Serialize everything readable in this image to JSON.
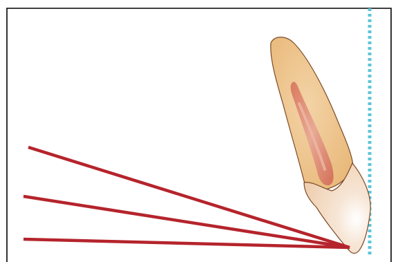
{
  "diagram": {
    "subject": "tooth-in-profile",
    "colors": {
      "frame": "#000000",
      "background": "#ffffff",
      "rays": "#b5242c",
      "reference_line": "#5cc6d8",
      "root_fill": "#efc68f",
      "root_outline": "#7a4a26",
      "canal": "#d2785c",
      "canal_highlight": "#e6a58c",
      "crown_fill": "#f5dcc4",
      "crown_highlight": "#ffffff"
    },
    "ray_count": 3,
    "reference_line_style": "dotted"
  }
}
